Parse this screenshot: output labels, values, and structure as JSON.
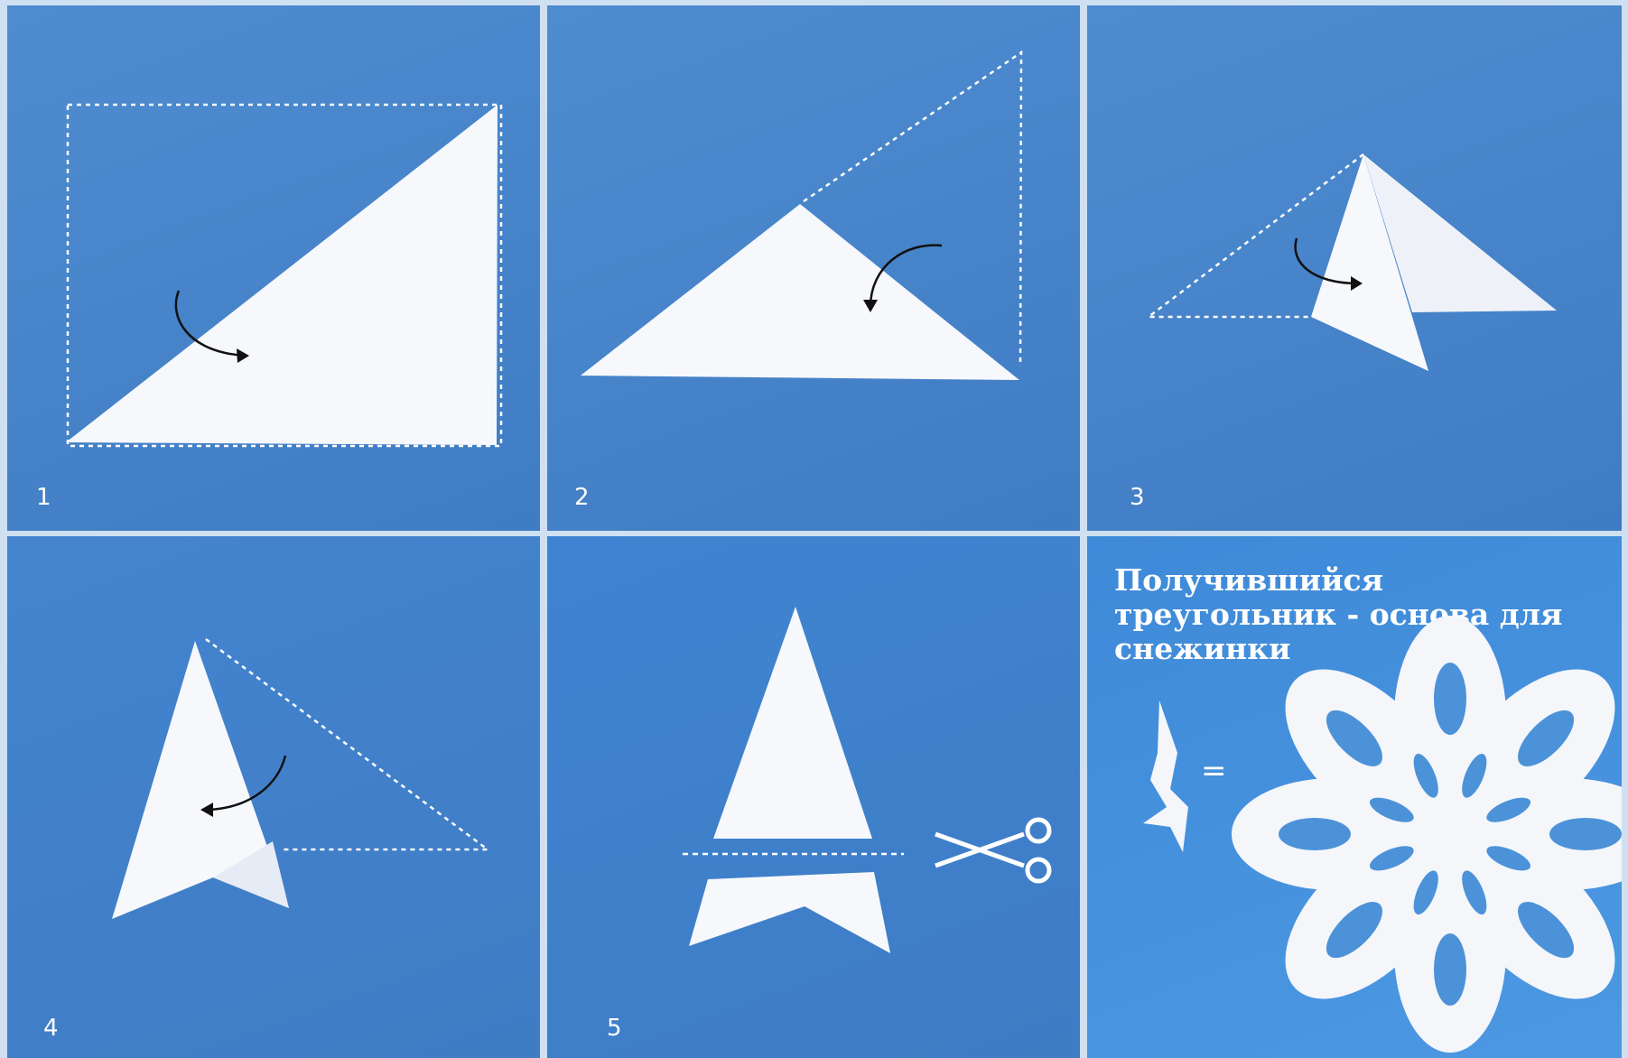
{
  "steps": [
    {
      "number": "1"
    },
    {
      "number": "2"
    },
    {
      "number": "3"
    },
    {
      "number": "4"
    },
    {
      "number": "5"
    }
  ],
  "result": {
    "caption": "Получившийся треугольник - основа для снежинки",
    "equals": "="
  },
  "colors": {
    "panel_blue": "#4a86cc",
    "paper": "#f6f8fb",
    "divider": "#cfe0f2",
    "dashed_line": "#ffffff",
    "arrow": "#111111"
  },
  "icons": [
    "curved-arrow-icon",
    "scissors-icon"
  ]
}
